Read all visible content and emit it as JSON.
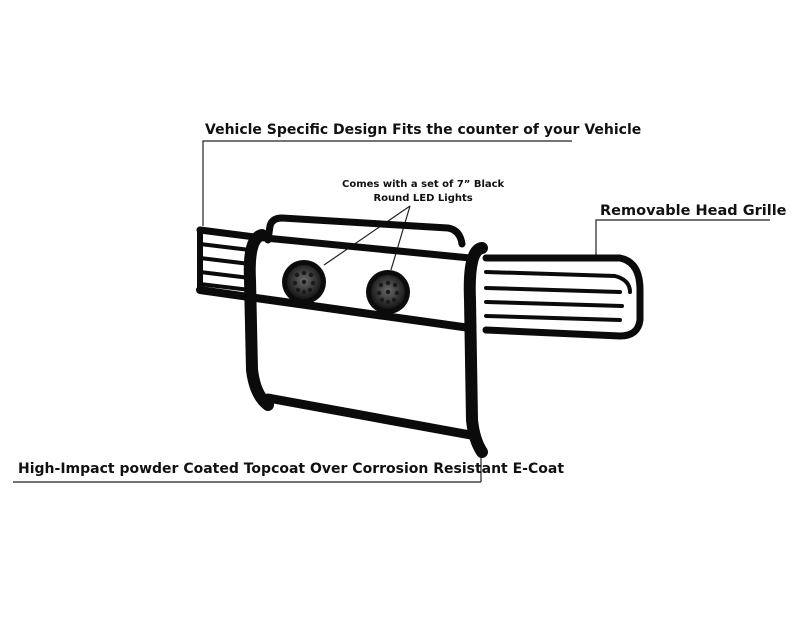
{
  "callouts": {
    "vehicle_specific": "Vehicle Specific Design Fits the counter of your Vehicle",
    "led_lights_line1": "Comes with a set of 7” Black",
    "led_lights_line2": "Round LED Lights",
    "removable_grille": "Removable Head Grille",
    "coating": "High-Impact powder Coated Topcoat Over Corrosion Resistant E-Coat"
  },
  "colors": {
    "tube": "#0b0b0b",
    "line": "#222222",
    "led_lens": "#5a5a5a"
  }
}
